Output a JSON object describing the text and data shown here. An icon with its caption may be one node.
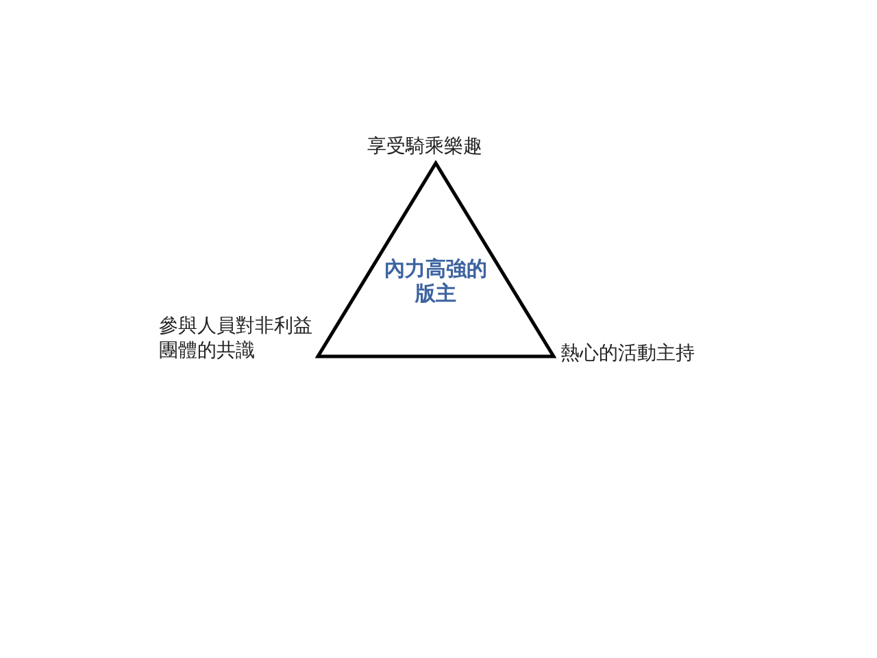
{
  "diagram": {
    "nodes": [
      {
        "text": [
          "內力高強的版主"
        ]
      }
    ],
    "labels": [
      "享受騎乘樂趣",
      "參與人員對非利益團體的共識",
      "熱心的活動主持"
    ]
  }
}
